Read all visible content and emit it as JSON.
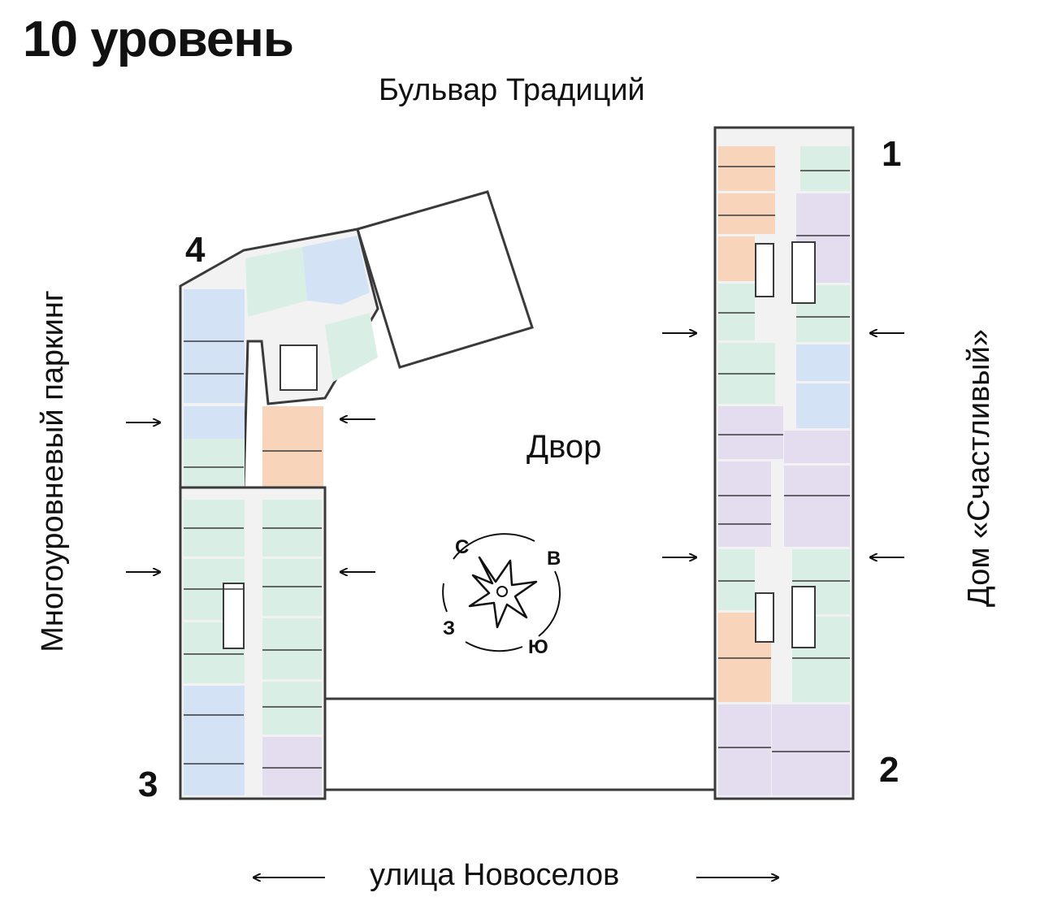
{
  "title": "10 уровень",
  "streets": {
    "north": "Бульвар Традиций",
    "south": "улица Новоселов",
    "west": "Многоуровневый паркинг",
    "east": "Дом «Счастливый»"
  },
  "yard_label": "Двор",
  "section_numbers": {
    "s1": "1",
    "s2": "2",
    "s3": "3",
    "s4": "4"
  },
  "compass": {
    "north": "С",
    "east": "В",
    "south": "Ю",
    "west": "З"
  },
  "colors": {
    "mint": "#d9efe6",
    "lavender": "#e4ddf0",
    "blue": "#d3e2f5",
    "peach": "#f7d4ba",
    "wall": "#3a3a3a",
    "corridor": "#f2f2f2"
  }
}
